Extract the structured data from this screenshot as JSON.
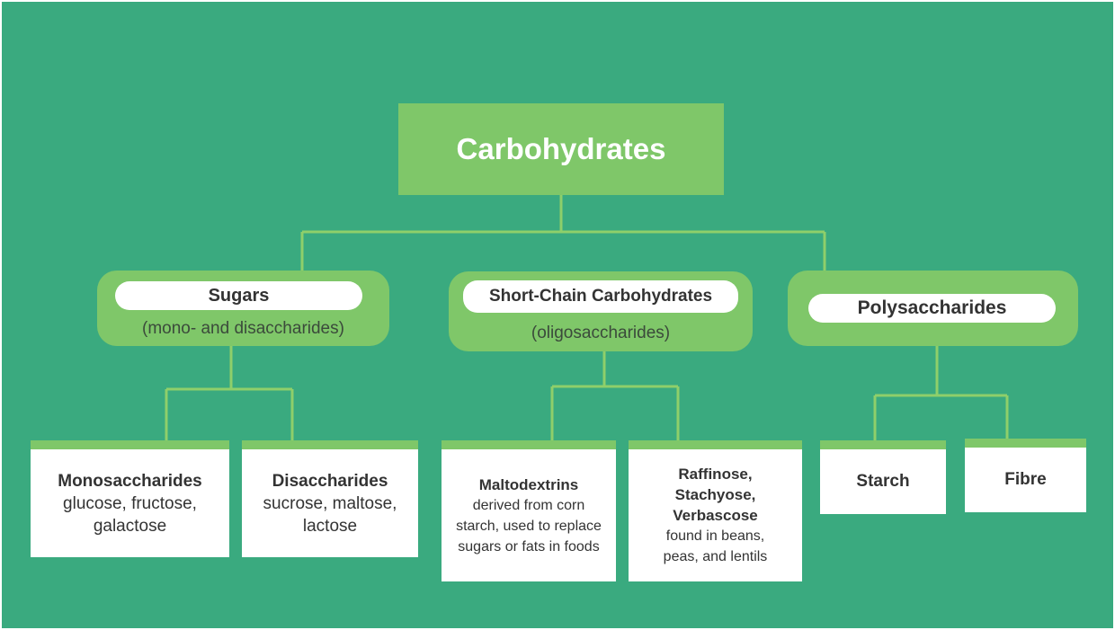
{
  "root": {
    "label": "Carbohydrates"
  },
  "categories": [
    {
      "label": "Sugars",
      "subtitle": "(mono- and disaccharides)"
    },
    {
      "label": "Short-Chain Carbohydrates",
      "subtitle": "(oligosaccharides)"
    },
    {
      "label": "Polysaccharides",
      "subtitle": ""
    }
  ],
  "leaves": [
    {
      "title": "Monosaccharides",
      "desc": "glucose, fructose, galactose"
    },
    {
      "title": "Disaccharides",
      "desc": "sucrose, maltose, lactose"
    },
    {
      "title": "Maltodextrins",
      "desc": "derived from corn starch, used to replace sugars or fats in foods"
    },
    {
      "title": "Raffinose, Stachyose, Verbascose",
      "desc": "found in beans, peas, and lentils"
    },
    {
      "title": "Starch",
      "desc": ""
    },
    {
      "title": "Fibre",
      "desc": ""
    }
  ],
  "colors": {
    "background": "#3aaa7f",
    "box": "#7fc769",
    "connector": "#8fcf6a",
    "card": "#ffffff",
    "text": "#333333"
  }
}
